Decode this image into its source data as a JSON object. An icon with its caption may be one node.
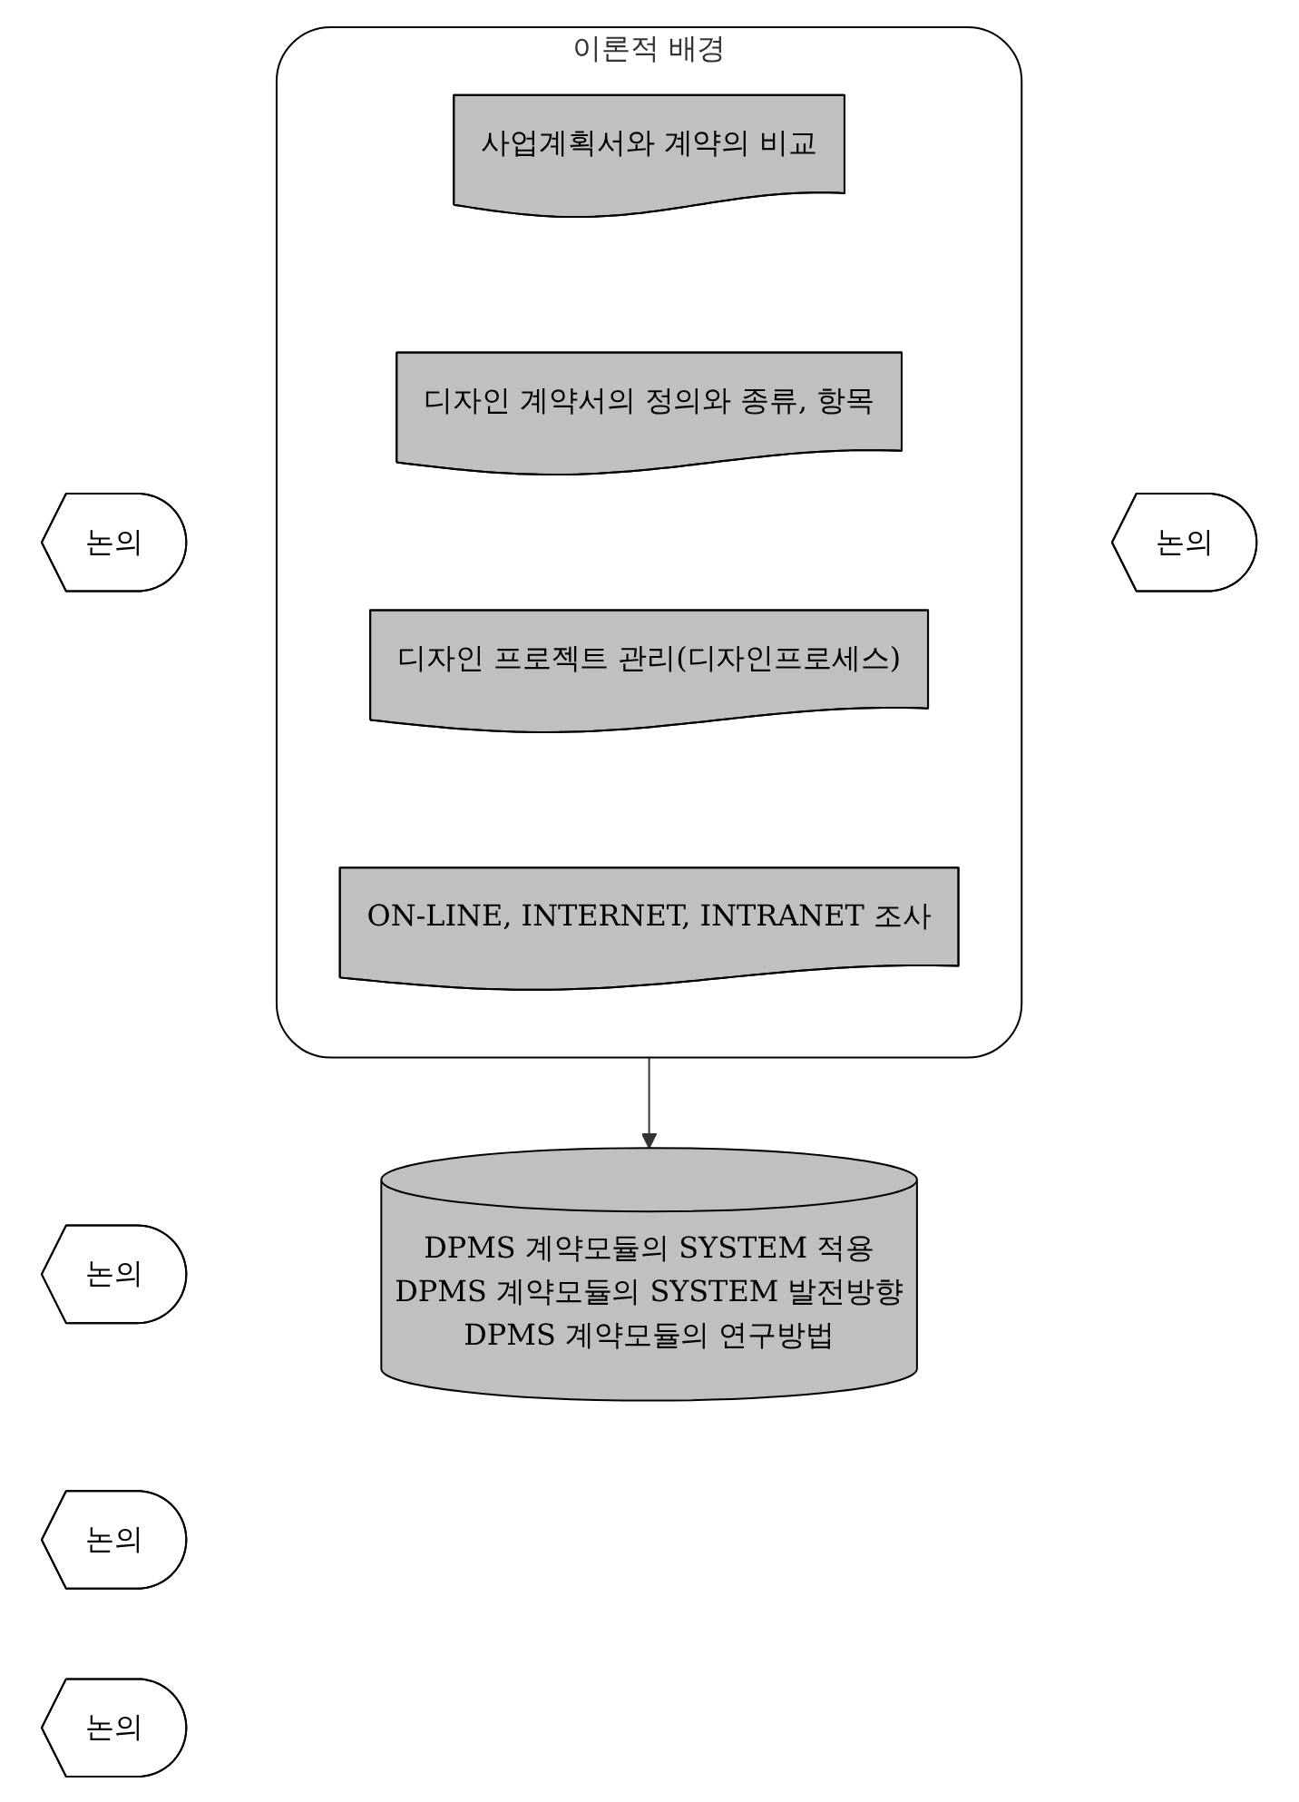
{
  "diagram": {
    "nodes": [
      {
        "text": [
          "이론적 배경"
        ]
      },
      {
        "text": [
          "사업계획서와 계약의 비교"
        ],
        "in": 0
      },
      {
        "text": [
          "디자인 계약서의 정의와 종류, 항목"
        ],
        "in": 0
      },
      {
        "text": [
          "디자인 프로젝트 관리(디자인프로세스)"
        ],
        "in": 0
      },
      {
        "text": [
          "ON-LINE, INTERNET, INTRANET 조사"
        ],
        "in": 0
      },
      {
        "text": [
          "논의"
        ]
      },
      {
        "text": [
          "논의"
        ]
      },
      {
        "text": [
          "논의"
        ]
      },
      {
        "text": [
          "논의"
        ]
      },
      {
        "text": [
          "DPMS 계약모듈의 SYSTEM 적용",
          "DPMS 계약모듈의 SYSTEM 발전방향",
          "DPMS 계약모듈의 연구방법"
        ]
      },
      {
        "text": [
          "논의"
        ]
      }
    ],
    "edges": [
      {
        "from": 0,
        "to": 9,
        "arrow": "to"
      }
    ]
  }
}
